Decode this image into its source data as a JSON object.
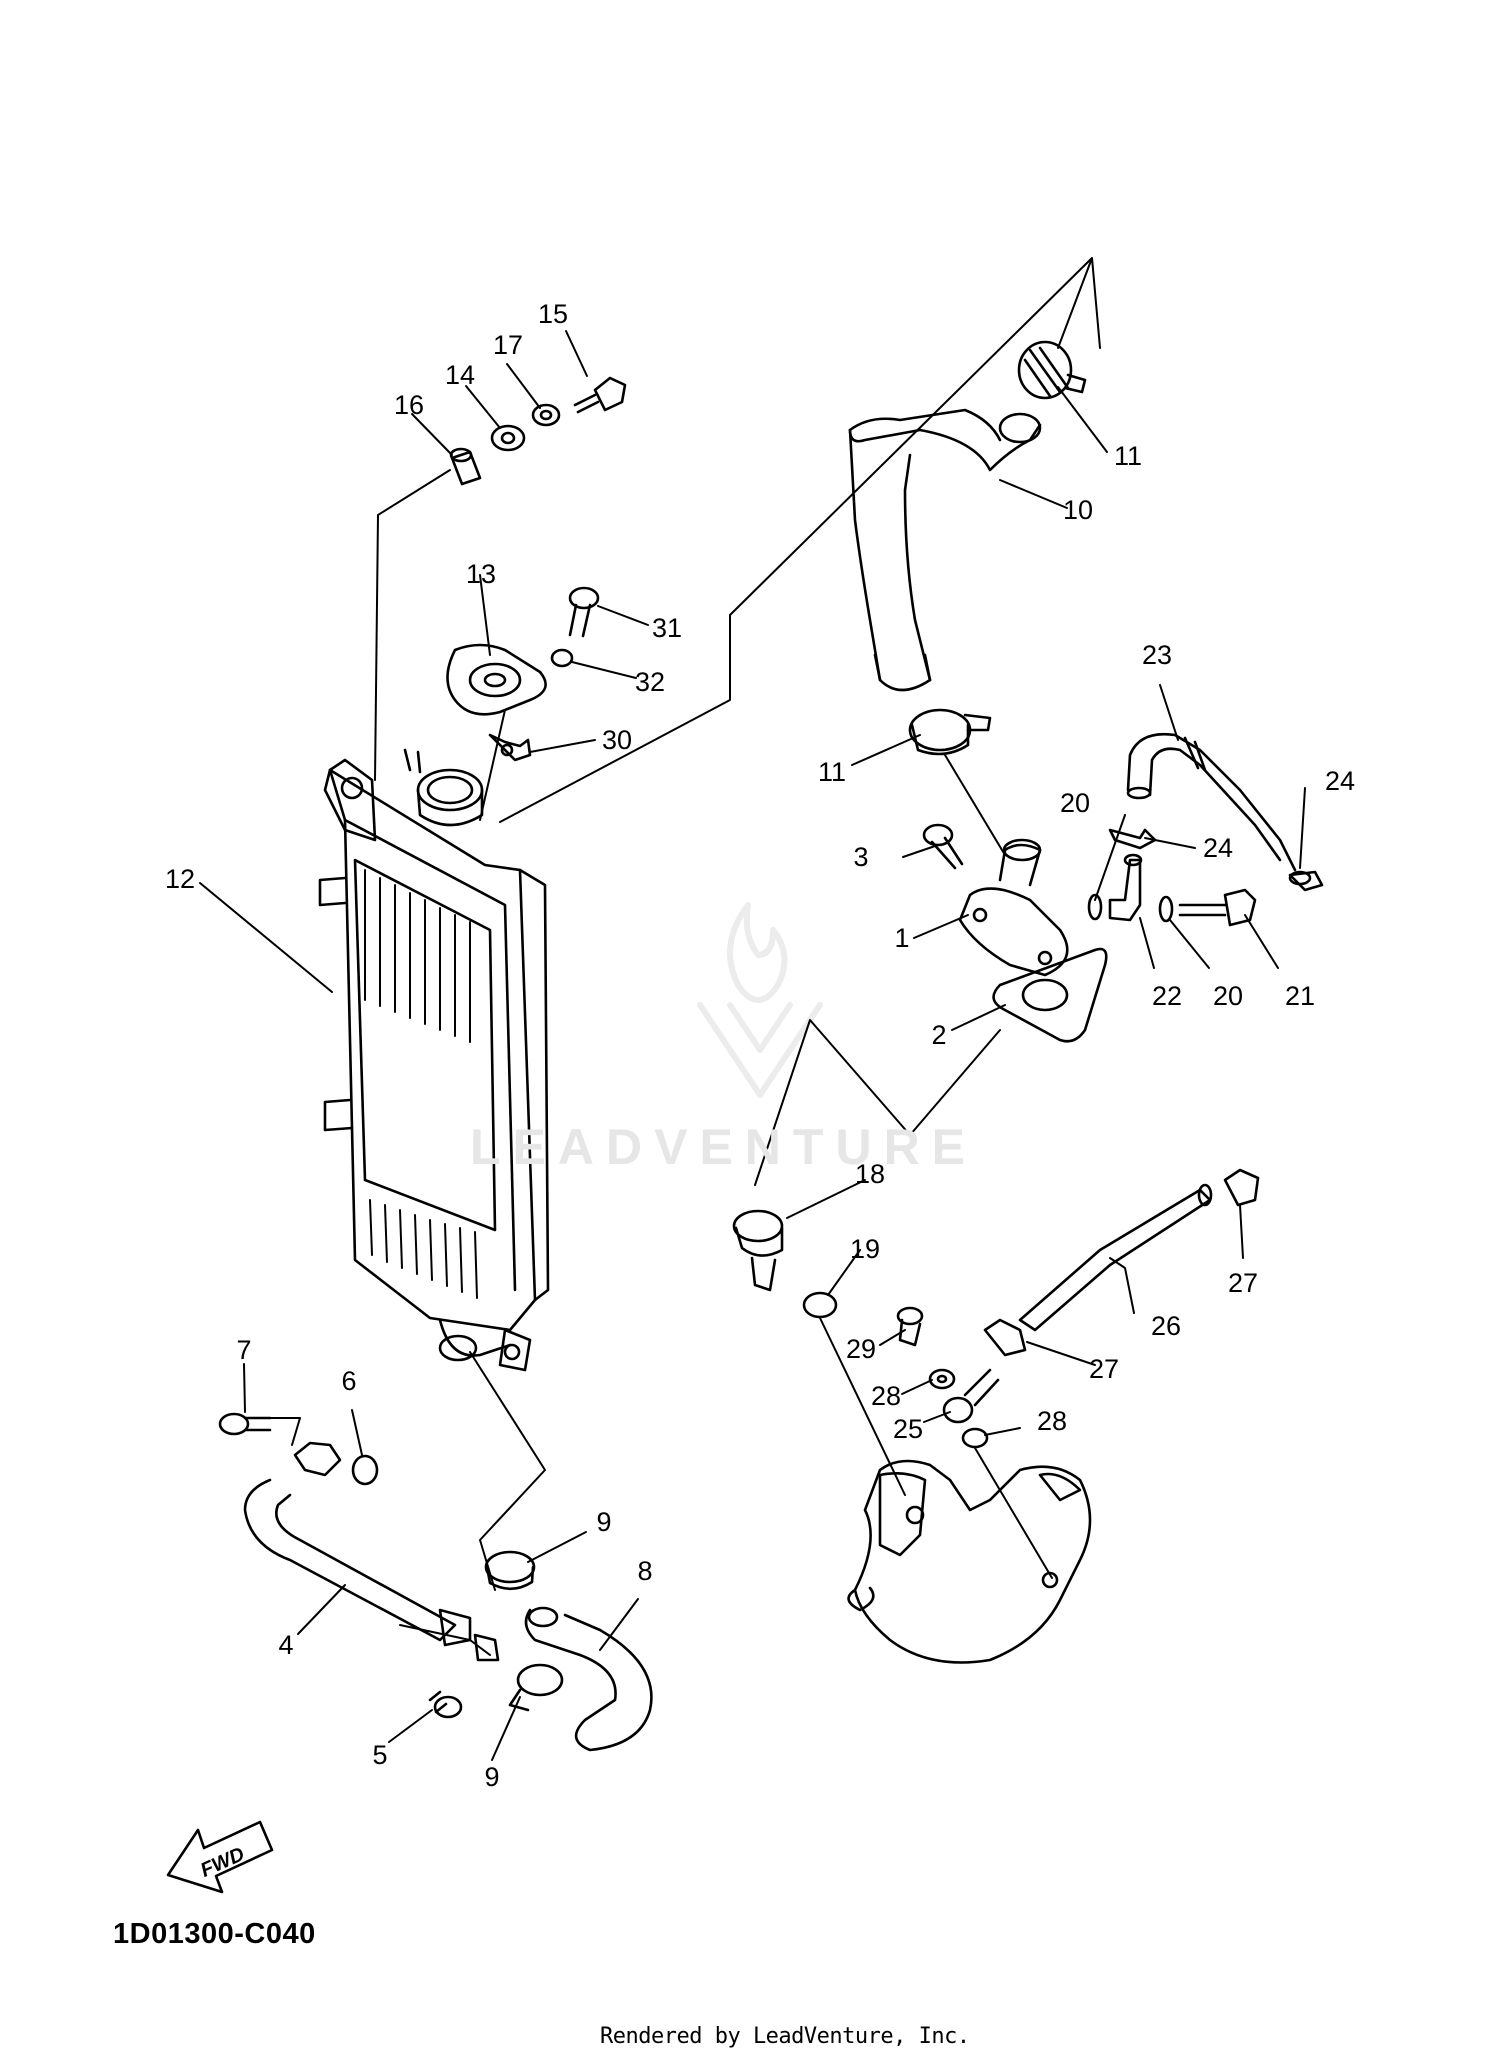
{
  "diagram": {
    "callouts": [
      "1",
      "2",
      "3",
      "4",
      "5",
      "6",
      "7",
      "8",
      "9",
      "10",
      "11",
      "12",
      "13",
      "14",
      "15",
      "16",
      "17",
      "18",
      "19",
      "20",
      "21",
      "22",
      "23",
      "24",
      "25",
      "26",
      "27",
      "28",
      "29",
      "30",
      "31",
      "32"
    ],
    "fwd_label": "FWD",
    "drawing_code": "1D01300-C040",
    "watermark": "LEADVENTURE",
    "footer": "Rendered by LeadVenture, Inc."
  }
}
